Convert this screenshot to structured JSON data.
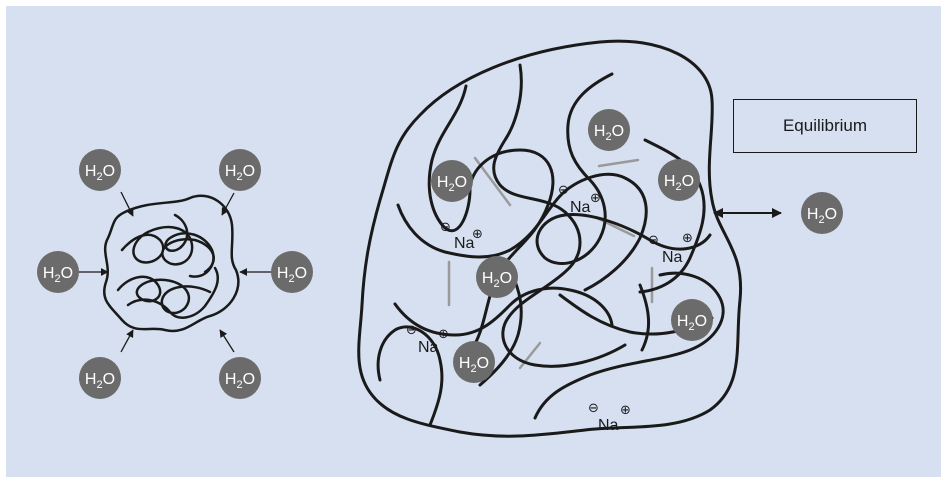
{
  "water": {
    "label": "H2O",
    "main": "H",
    "sub": "2",
    "tail": "O"
  },
  "sodium": {
    "label": "Na",
    "negative": "⊖",
    "positive": "⊕"
  },
  "equilibrium_box": {
    "label": "Equilibrium"
  },
  "colors": {
    "background": "#d6e0f0",
    "water_circle": "#6b6b6b",
    "chain": "#1a1a1a",
    "crosslink": "#9a9a9a"
  }
}
